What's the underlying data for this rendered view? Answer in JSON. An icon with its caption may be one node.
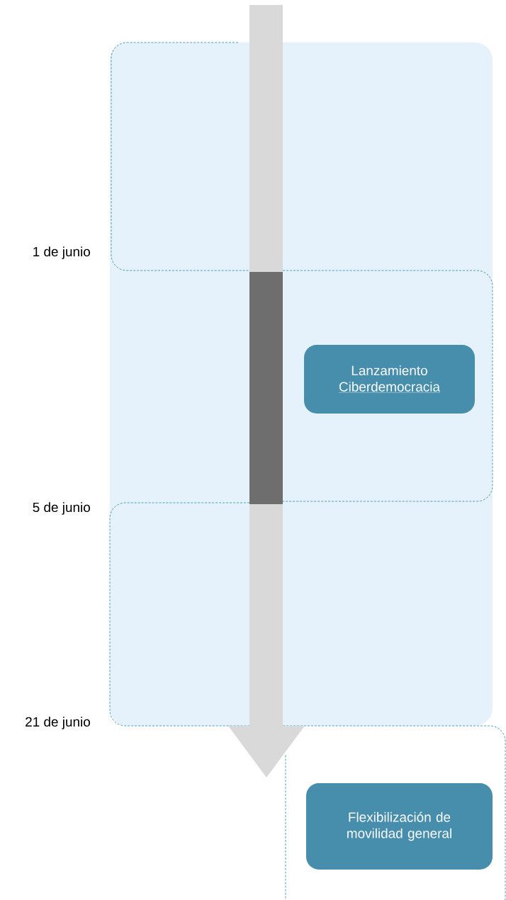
{
  "diagram": {
    "nodes": [
      {
        "text": [
          "Lanzamiento",
          "Ciberdemocracia"
        ]
      },
      {
        "text": [
          "Flexibilización de movilidad general"
        ]
      }
    ],
    "labels": [
      "1 de junio",
      "5 de junio",
      "21 de junio"
    ]
  }
}
